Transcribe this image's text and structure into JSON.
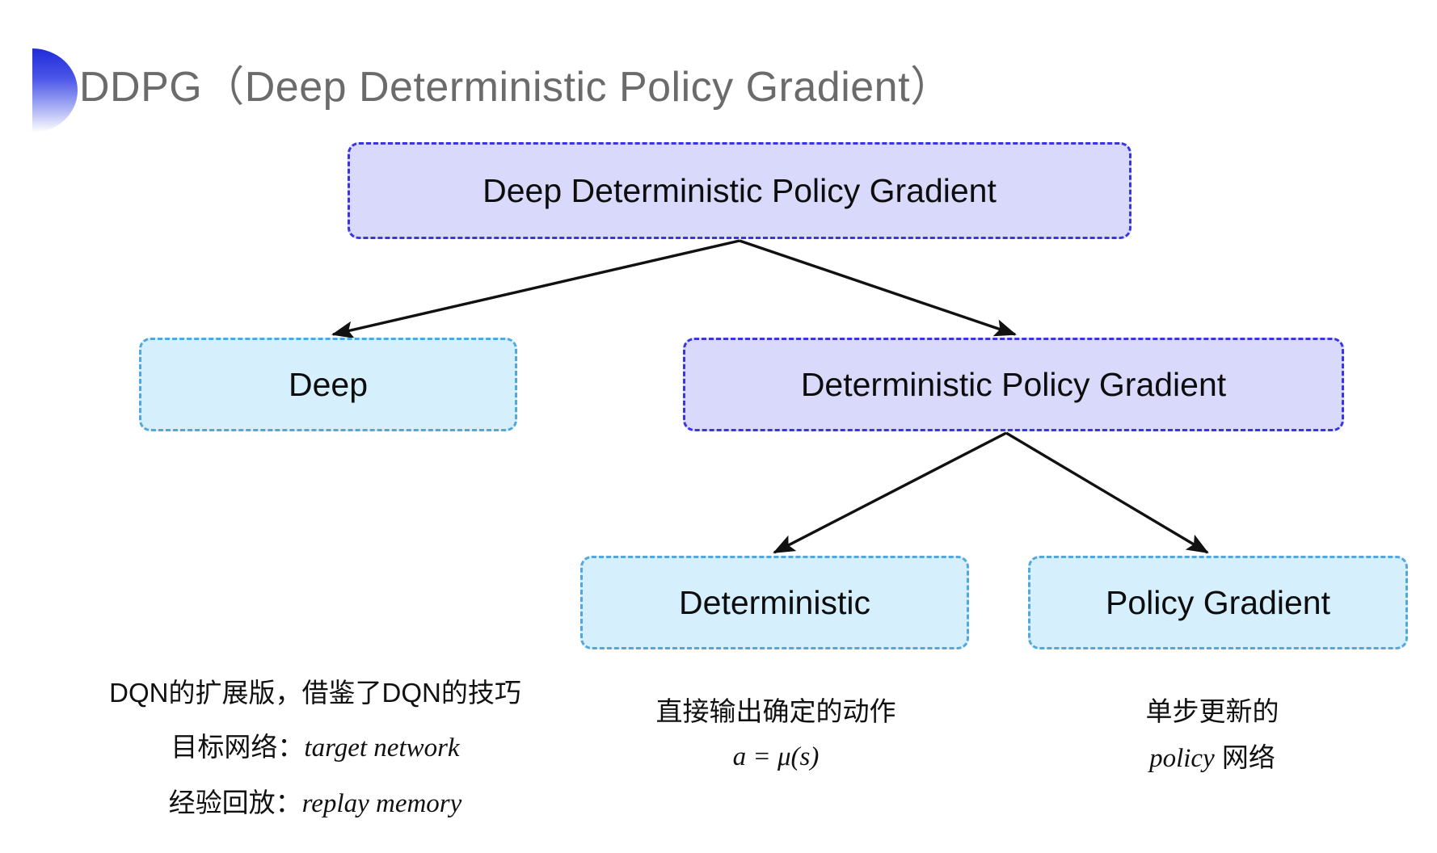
{
  "slide": {
    "title": "DDPG（Deep Deterministic Policy Gradient）",
    "background_color": "#ffffff",
    "title_color": "#6b6b6b",
    "bullet_gradient_from": "#1f2bd8",
    "bullet_gradient_to": "#ffffff"
  },
  "palette": {
    "purple_fill": "#d8d9fb",
    "purple_border": "#3b35e0",
    "blue_fill": "#d6effc",
    "blue_border": "#52a8dd",
    "arrow_color": "#111111"
  },
  "nodes": {
    "root": {
      "label": "Deep Deterministic Policy Gradient",
      "style": "purple"
    },
    "deep": {
      "label": "Deep",
      "style": "blue"
    },
    "dpg": {
      "label": "Deterministic Policy Gradient",
      "style": "purple"
    },
    "deterministic": {
      "label": "Deterministic",
      "style": "blue"
    },
    "policy_gradient": {
      "label": "Policy Gradient",
      "style": "blue"
    }
  },
  "captions": {
    "deep": {
      "line1": "DQN的扩展版，借鉴了DQN的技巧",
      "line2_label": "目标网络：",
      "line2_value": "target network",
      "line3_label": "经验回放：",
      "line3_value": "replay memory"
    },
    "deterministic": {
      "line1": "直接输出确定的动作",
      "formula": "a = μ(s)"
    },
    "policy_gradient": {
      "line1": "单步更新的",
      "line2_value": "policy",
      "line2_suffix": " 网络"
    }
  },
  "edges": [
    {
      "from": "root",
      "to": "deep"
    },
    {
      "from": "root",
      "to": "dpg"
    },
    {
      "from": "dpg",
      "to": "deterministic"
    },
    {
      "from": "dpg",
      "to": "policy_gradient"
    }
  ]
}
